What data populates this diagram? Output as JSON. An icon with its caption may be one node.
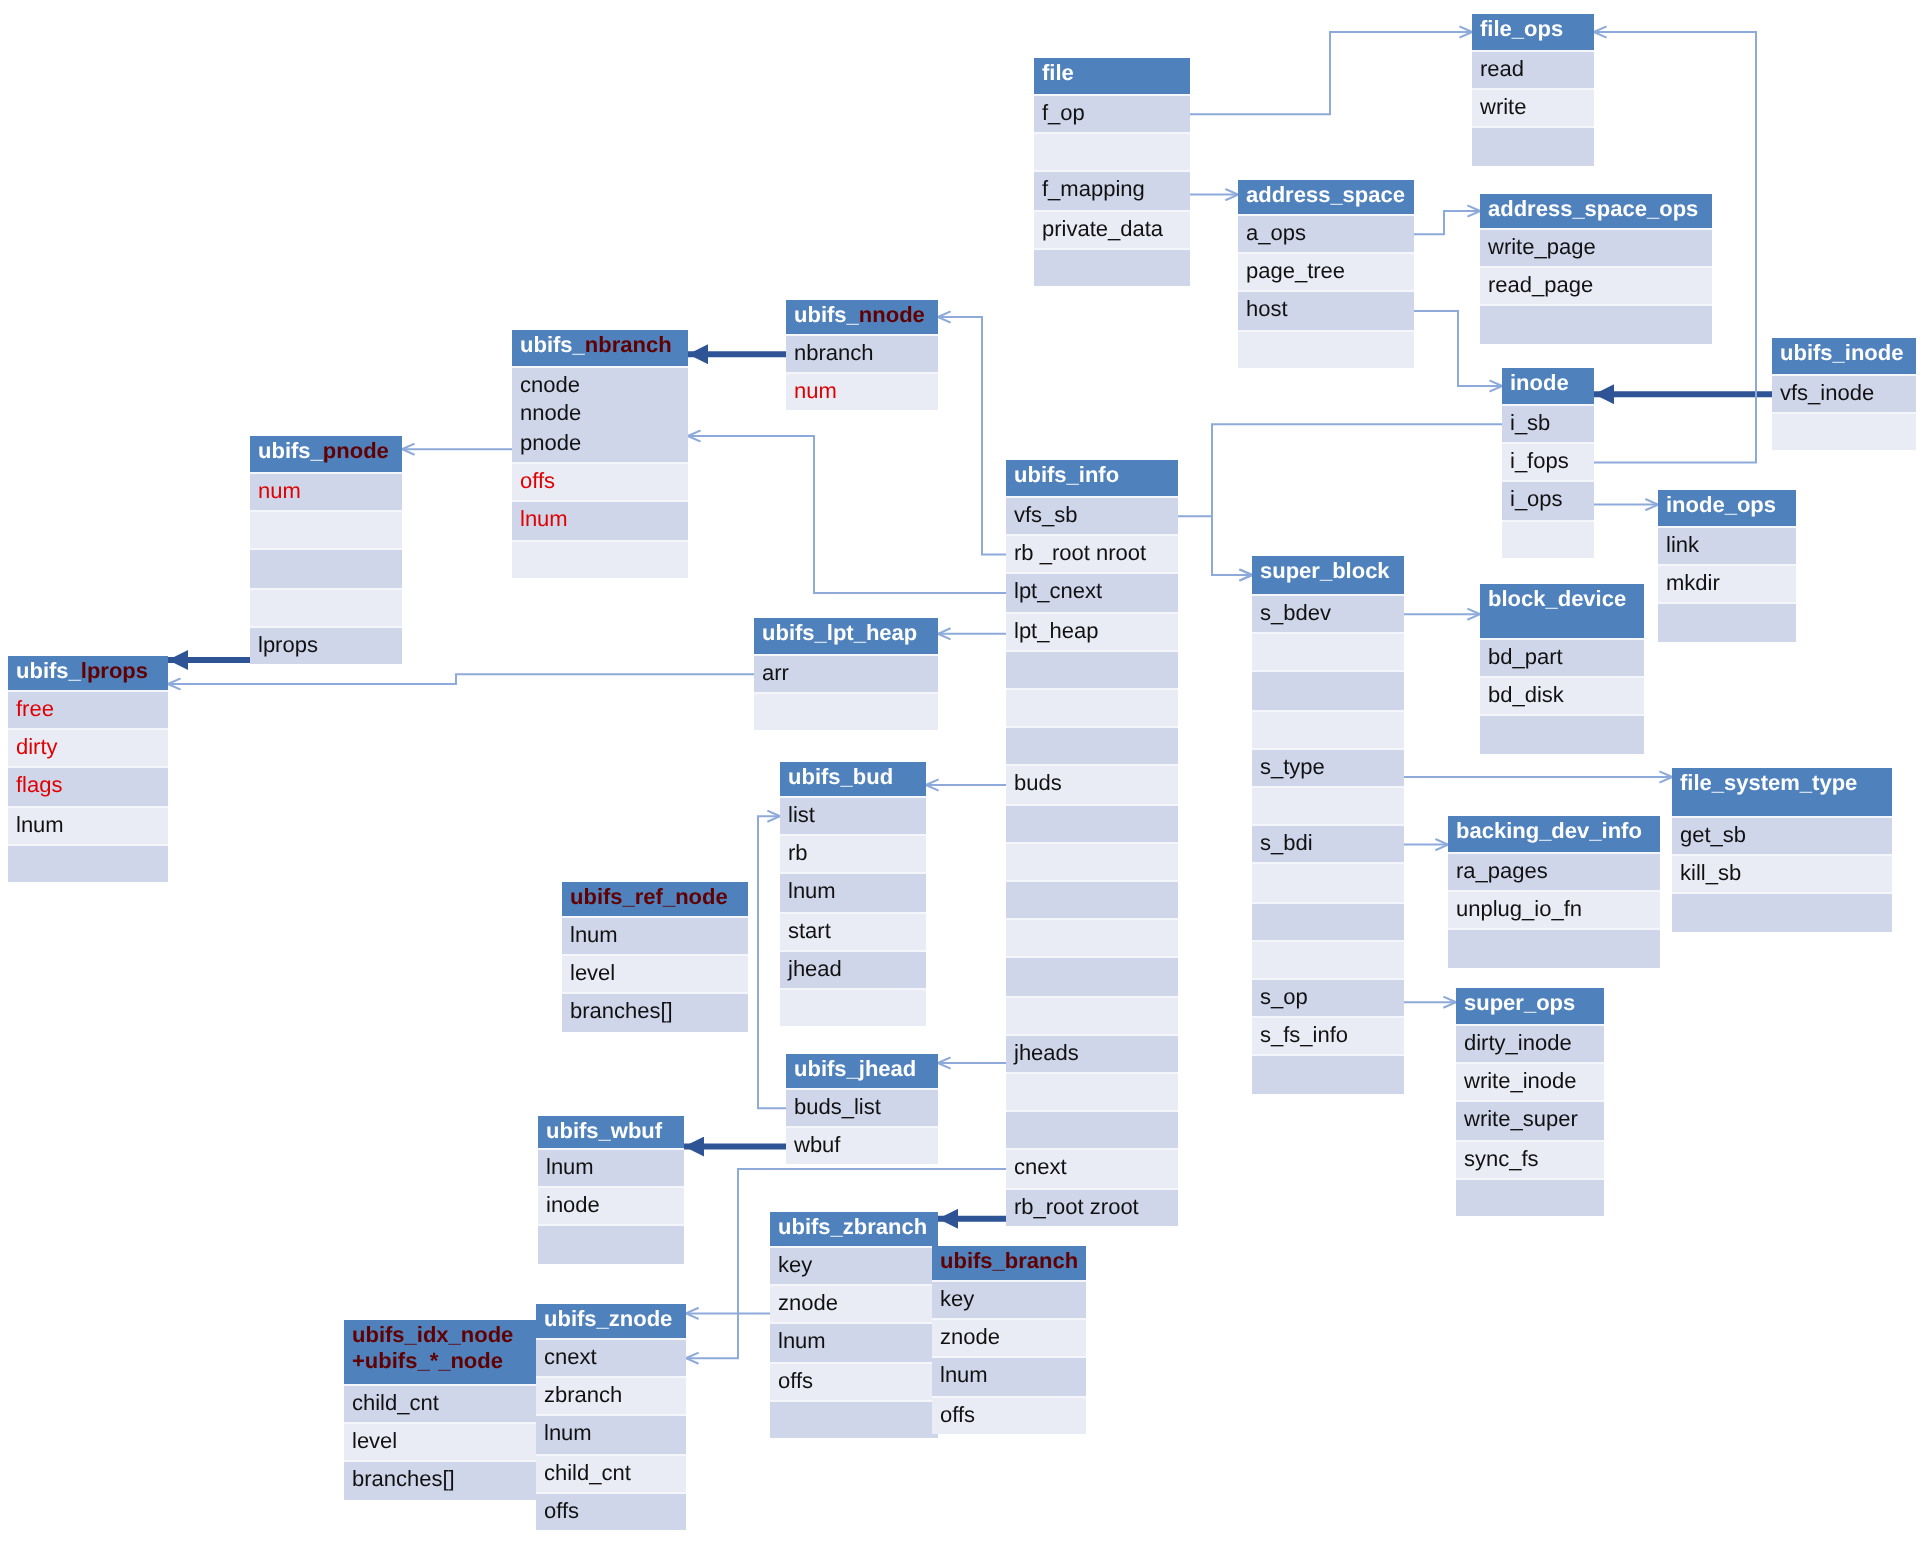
{
  "diagram": {
    "nodes": [
      {
        "text": [
          "file_ops"
        ]
      },
      {
        "text": [
          "read"
        ],
        "in": 0
      },
      {
        "text": [
          "write"
        ],
        "in": 0
      },
      {
        "text": [],
        "shape": "bar",
        "in": 0
      },
      {
        "text": [
          "file"
        ]
      },
      {
        "text": [
          "f_op"
        ],
        "in": 4
      },
      {
        "text": [],
        "shape": "bar",
        "in": 4
      },
      {
        "text": [
          "f_mapping"
        ],
        "in": 4
      },
      {
        "text": [
          "private_data"
        ],
        "in": 4
      },
      {
        "text": [],
        "shape": "bar",
        "in": 4
      },
      {
        "text": [
          "address_space"
        ]
      },
      {
        "text": [
          "a_ops"
        ],
        "in": 10
      },
      {
        "text": [
          "page_tree"
        ],
        "in": 10
      },
      {
        "text": [
          "host"
        ],
        "in": 10
      },
      {
        "text": [],
        "shape": "bar",
        "in": 10
      },
      {
        "text": [
          "address_space_ops"
        ]
      },
      {
        "text": [
          "write_page"
        ],
        "in": 15
      },
      {
        "text": [
          "read_page"
        ],
        "in": 15
      },
      {
        "text": [],
        "shape": "bar",
        "in": 15
      },
      {
        "text": [
          "ubifs_nnode"
        ]
      },
      {
        "text": [
          "nbranch"
        ],
        "in": 19
      },
      {
        "text": [
          "num"
        ],
        "in": 19
      },
      {
        "text": [
          "ubifs_nbranch"
        ]
      },
      {
        "text": [
          "cnode",
          "nnode",
          "pnode"
        ],
        "in": 22
      },
      {
        "text": [
          "offs"
        ],
        "in": 22
      },
      {
        "text": [
          "lnum"
        ],
        "in": 22
      },
      {
        "text": [],
        "shape": "bar",
        "in": 22
      },
      {
        "text": [
          "ubifs_inode"
        ]
      },
      {
        "text": [
          "vfs_inode"
        ],
        "in": 27
      },
      {
        "text": [],
        "shape": "bar",
        "in": 27
      },
      {
        "text": [
          "inode"
        ]
      },
      {
        "text": [
          "i_sb"
        ],
        "in": 30
      },
      {
        "text": [
          "i_fops"
        ],
        "in": 30
      },
      {
        "text": [
          "i_ops"
        ],
        "in": 30
      },
      {
        "text": [],
        "shape": "bar",
        "in": 30
      },
      {
        "text": [
          "ubifs_pnode"
        ]
      },
      {
        "text": [
          "num"
        ],
        "in": 35
      },
      {
        "text": [],
        "shape": "bar",
        "in": 35
      },
      {
        "text": [],
        "shape": "bar",
        "in": 35
      },
      {
        "text": [],
        "shape": "bar",
        "in": 35
      },
      {
        "text": [
          "lprops"
        ],
        "in": 35
      },
      {
        "text": [
          "ubifs_info"
        ]
      },
      {
        "text": [
          "vfs_sb"
        ],
        "in": 41
      },
      {
        "text": [
          "rb _root nroot"
        ],
        "in": 41
      },
      {
        "text": [
          "lpt_cnext"
        ],
        "in": 41
      },
      {
        "text": [
          "lpt_heap"
        ],
        "in": 41
      },
      {
        "text": [],
        "shape": "bar",
        "in": 41
      },
      {
        "text": [],
        "shape": "bar",
        "in": 41
      },
      {
        "text": [],
        "shape": "bar",
        "in": 41
      },
      {
        "text": [
          "buds"
        ],
        "in": 41
      },
      {
        "text": [],
        "shape": "bar",
        "in": 41
      },
      {
        "text": [],
        "shape": "bar",
        "in": 41
      },
      {
        "text": [],
        "shape": "bar",
        "in": 41
      },
      {
        "text": [],
        "shape": "bar",
        "in": 41
      },
      {
        "text": [],
        "shape": "bar",
        "in": 41
      },
      {
        "text": [],
        "shape": "bar",
        "in": 41
      },
      {
        "text": [
          "jheads"
        ],
        "in": 41
      },
      {
        "text": [],
        "shape": "bar",
        "in": 41
      },
      {
        "text": [],
        "shape": "bar",
        "in": 41
      },
      {
        "text": [
          "cnext"
        ],
        "in": 41
      },
      {
        "text": [
          "rb_root zroot"
        ],
        "in": 41
      },
      {
        "text": [
          "inode_ops"
        ]
      },
      {
        "text": [
          "link"
        ],
        "in": 61
      },
      {
        "text": [
          "mkdir"
        ],
        "in": 61
      },
      {
        "text": [],
        "shape": "bar",
        "in": 61
      },
      {
        "text": [
          "super_block"
        ]
      },
      {
        "text": [
          "s_bdev"
        ],
        "in": 65
      },
      {
        "text": [],
        "shape": "bar",
        "in": 65
      },
      {
        "text": [],
        "shape": "bar",
        "in": 65
      },
      {
        "text": [],
        "shape": "bar",
        "in": 65
      },
      {
        "text": [
          "s_type"
        ],
        "in": 65
      },
      {
        "text": [],
        "shape": "bar",
        "in": 65
      },
      {
        "text": [
          "s_bdi"
        ],
        "in": 65
      },
      {
        "text": [],
        "shape": "bar",
        "in": 65
      },
      {
        "text": [],
        "shape": "bar",
        "in": 65
      },
      {
        "text": [],
        "shape": "bar",
        "in": 65
      },
      {
        "text": [
          "s_op"
        ],
        "in": 65
      },
      {
        "text": [
          "s_fs_info"
        ],
        "in": 65
      },
      {
        "text": [],
        "shape": "bar",
        "in": 65
      },
      {
        "text": [
          "block_device"
        ]
      },
      {
        "text": [
          "bd_part"
        ],
        "in": 79
      },
      {
        "text": [
          "bd_disk"
        ],
        "in": 79
      },
      {
        "text": [],
        "shape": "bar",
        "in": 79
      },
      {
        "text": [
          "ubifs_lpt_heap"
        ]
      },
      {
        "text": [
          "arr"
        ],
        "in": 83
      },
      {
        "text": [],
        "shape": "bar",
        "in": 83
      },
      {
        "text": [
          "ubifs_lprops"
        ]
      },
      {
        "text": [
          "free"
        ],
        "in": 86
      },
      {
        "text": [
          "dirty"
        ],
        "in": 86
      },
      {
        "text": [
          "flags"
        ],
        "in": 86
      },
      {
        "text": [
          "lnum"
        ],
        "in": 86
      },
      {
        "text": [],
        "shape": "bar",
        "in": 86
      },
      {
        "text": [
          "ubifs_bud"
        ]
      },
      {
        "text": [
          "list"
        ],
        "in": 92
      },
      {
        "text": [
          "rb"
        ],
        "in": 92
      },
      {
        "text": [
          "lnum"
        ],
        "in": 92
      },
      {
        "text": [
          "start"
        ],
        "in": 92
      },
      {
        "text": [
          "jhead"
        ],
        "in": 92
      },
      {
        "text": [],
        "shape": "bar",
        "in": 92
      },
      {
        "text": [
          "file_system_type"
        ]
      },
      {
        "text": [
          "get_sb"
        ],
        "in": 99
      },
      {
        "text": [
          "kill_sb"
        ],
        "in": 99
      },
      {
        "text": [],
        "shape": "bar",
        "in": 99
      },
      {
        "text": [
          "backing_dev_info"
        ]
      },
      {
        "text": [
          "ra_pages"
        ],
        "in": 103
      },
      {
        "text": [
          "unplug_io_fn"
        ],
        "in": 103
      },
      {
        "text": [],
        "shape": "bar",
        "in": 103
      },
      {
        "text": [
          "ubifs_ref_node"
        ]
      },
      {
        "text": [
          "lnum"
        ],
        "in": 107
      },
      {
        "text": [
          "level"
        ],
        "in": 107
      },
      {
        "text": [
          "branches[]"
        ],
        "in": 107
      },
      {
        "text": [
          "super_ops"
        ]
      },
      {
        "text": [
          "dirty_inode"
        ],
        "in": 111
      },
      {
        "text": [
          "write_inode"
        ],
        "in": 111
      },
      {
        "text": [
          "write_super"
        ],
        "in": 111
      },
      {
        "text": [
          "sync_fs"
        ],
        "in": 111
      },
      {
        "text": [],
        "shape": "bar",
        "in": 111
      },
      {
        "text": [
          "ubifs_jhead"
        ]
      },
      {
        "text": [
          "buds_list"
        ],
        "in": 117
      },
      {
        "text": [
          "wbuf"
        ],
        "in": 117
      },
      {
        "text": [
          "ubifs_wbuf"
        ]
      },
      {
        "text": [
          "lnum"
        ],
        "in": 120
      },
      {
        "text": [
          "inode"
        ],
        "in": 120
      },
      {
        "text": [],
        "shape": "bar",
        "in": 120
      },
      {
        "text": [
          "ubifs_zbranch"
        ]
      },
      {
        "text": [
          "key"
        ],
        "in": 124
      },
      {
        "text": [
          "znode"
        ],
        "in": 124
      },
      {
        "text": [
          "lnum"
        ],
        "in": 124
      },
      {
        "text": [
          "offs"
        ],
        "in": 124
      },
      {
        "text": [],
        "shape": "bar",
        "in": 124
      },
      {
        "text": [
          "ubifs_branch"
        ]
      },
      {
        "text": [
          "key"
        ],
        "in": 130
      },
      {
        "text": [
          "znode"
        ],
        "in": 130
      },
      {
        "text": [
          "lnum"
        ],
        "in": 130
      },
      {
        "text": [
          "offs"
        ],
        "in": 130
      },
      {
        "text": [
          "ubifs_znode"
        ]
      },
      {
        "text": [
          "cnext"
        ],
        "in": 135
      },
      {
        "text": [
          "zbranch"
        ],
        "in": 135
      },
      {
        "text": [
          "lnum"
        ],
        "in": 135
      },
      {
        "text": [
          "child_cnt"
        ],
        "in": 135
      },
      {
        "text": [
          "offs"
        ],
        "in": 135
      },
      {
        "text": [
          "ubifs_idx_node +ubifs_*_node"
        ]
      },
      {
        "text": [
          "child_cnt"
        ],
        "in": 141
      },
      {
        "text": [
          "level"
        ],
        "in": 141
      },
      {
        "text": [
          "branches[]"
        ],
        "in": 141
      }
    ],
    "edges": [
      {
        "from": 5,
        "to": 0,
        "arrow": "to"
      },
      {
        "from": 7,
        "to": 10,
        "arrow": "to"
      },
      {
        "from": 11,
        "to": 15,
        "arrow": "to"
      },
      {
        "from": 13,
        "to": 30,
        "arrow": "to"
      },
      {
        "from": 28,
        "to": 30,
        "arrow": "to",
        "style": "thick",
        "color": "#2f5496"
      },
      {
        "from": 32,
        "to": 0,
        "arrow": "to"
      },
      {
        "from": 33,
        "to": 61,
        "arrow": "to"
      },
      {
        "from": 31,
        "to": 65,
        "arrow": "to"
      },
      {
        "from": 42,
        "to": 65,
        "arrow": "to"
      },
      {
        "from": 43,
        "to": 19,
        "arrow": "to"
      },
      {
        "from": 44,
        "to": 22,
        "arrow": "to"
      },
      {
        "from": 20,
        "to": 22,
        "arrow": "to",
        "style": "thick",
        "color": "#2f5496"
      },
      {
        "from": 23,
        "to": 35,
        "arrow": "to"
      },
      {
        "from": 40,
        "to": 86,
        "arrow": "to",
        "style": "thick",
        "color": "#2f5496"
      },
      {
        "from": 84,
        "to": 86,
        "arrow": "to"
      },
      {
        "from": 45,
        "to": 83,
        "arrow": "to"
      },
      {
        "from": 49,
        "to": 92,
        "arrow": "to"
      },
      {
        "from": 118,
        "to": 93,
        "arrow": "to"
      },
      {
        "from": 119,
        "to": 120,
        "arrow": "to",
        "style": "thick",
        "color": "#2f5496"
      },
      {
        "from": 56,
        "to": 117,
        "arrow": "to"
      },
      {
        "from": 59,
        "to": 136,
        "arrow": "to"
      },
      {
        "from": 126,
        "to": 135,
        "arrow": "to"
      },
      {
        "from": 60,
        "to": 124,
        "arrow": "to",
        "style": "thick",
        "color": "#2f5496"
      },
      {
        "from": 66,
        "to": 79,
        "arrow": "to"
      },
      {
        "from": 70,
        "to": 99,
        "arrow": "to"
      },
      {
        "from": 72,
        "to": 103,
        "arrow": "to"
      },
      {
        "from": 76,
        "to": 111,
        "arrow": "to"
      }
    ]
  }
}
